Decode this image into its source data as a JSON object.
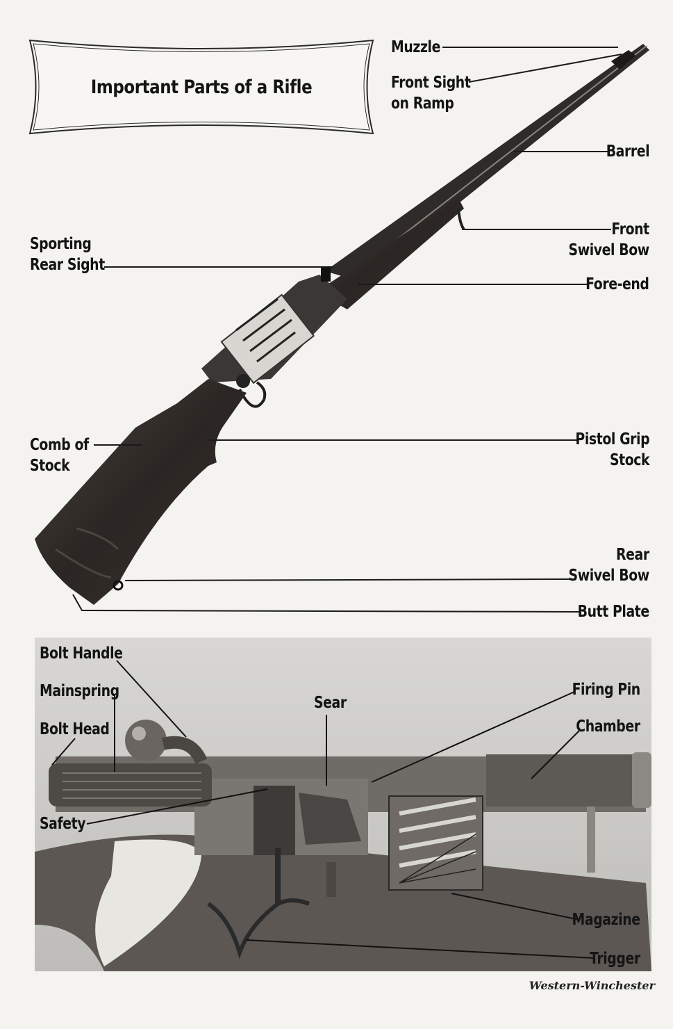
{
  "title": "Important Parts of a Rifle",
  "rifle_labels": {
    "muzzle": "Muzzle",
    "front_sight": [
      "Front Sight",
      "on Ramp"
    ],
    "barrel": "Barrel",
    "front_swivel_bow": [
      "Front",
      "Swivel Bow"
    ],
    "sporting_rear_sight": [
      "Sporting",
      "Rear Sight"
    ],
    "fore_end": "Fore-end",
    "comb_of_stock": [
      "Comb of",
      "Stock"
    ],
    "pistol_grip_stock": [
      "Pistol Grip",
      "Stock"
    ],
    "rear_swivel_bow": [
      "Rear",
      "Swivel Bow"
    ],
    "butt_plate": "Butt Plate"
  },
  "action_labels": {
    "bolt_handle": "Bolt Handle",
    "mainspring": "Mainspring",
    "bolt_head": "Bolt Head",
    "sear": "Sear",
    "firing_pin": "Firing Pin",
    "chamber": "Chamber",
    "safety": "Safety",
    "magazine": "Magazine",
    "trigger": "Trigger"
  },
  "credit": "Western-Winchester"
}
